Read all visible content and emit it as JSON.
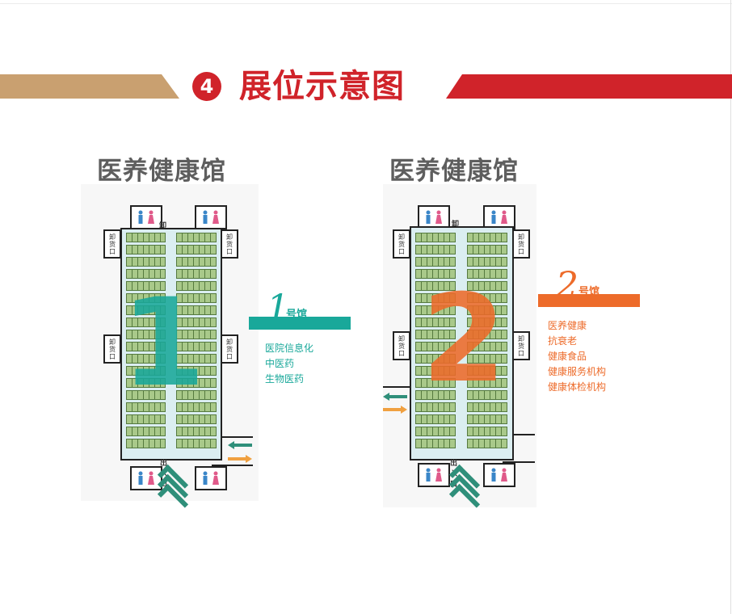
{
  "header": {
    "number": "4",
    "title": "展位示意图"
  },
  "halls": [
    {
      "title": "医养健康馆",
      "big_number": "1",
      "color": "#19a89a",
      "legend_number": "1",
      "legend_label": "号馆",
      "items": [
        "医院信息化",
        "中医药",
        "生物医药"
      ],
      "dock_label": "卸货口",
      "entrance_label": "出入口"
    },
    {
      "title": "医养健康馆",
      "big_number": "2",
      "color": "#ed6b2a",
      "legend_number": "2",
      "legend_label": "号馆",
      "items": [
        "医养健康",
        "抗衰老",
        "健康食品",
        "健康服务机构",
        "健康体检机构"
      ],
      "dock_label": "卸货口",
      "entrance_label": "出入口"
    }
  ],
  "icons": {
    "restroom": "restroom-icon",
    "entrance": "chevron-up-icon",
    "in": "arrow-left-icon",
    "out": "arrow-right-icon"
  }
}
